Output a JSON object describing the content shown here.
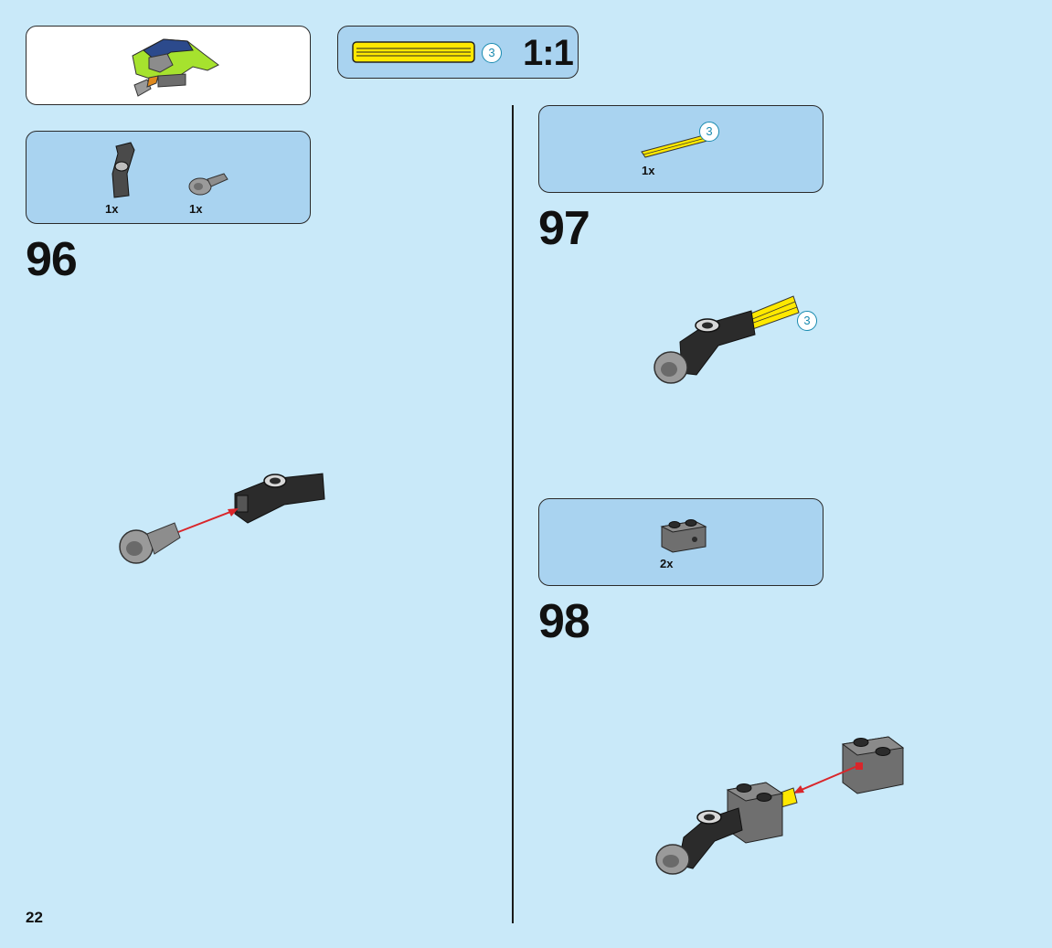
{
  "page": {
    "number": "22"
  },
  "scale_box": {
    "length_label": "3",
    "scale": "1:1"
  },
  "steps": [
    {
      "number": "96",
      "parts": [
        {
          "qty": "1x",
          "icon": "angle-connector-icon"
        },
        {
          "qty": "1x",
          "icon": "axle-pin-connector-icon"
        }
      ]
    },
    {
      "number": "97",
      "parts": [
        {
          "qty": "1x",
          "icon": "yellow-axle-3-icon",
          "length": "3"
        }
      ],
      "callout_length": "3"
    },
    {
      "number": "98",
      "parts": [
        {
          "qty": "2x",
          "icon": "technic-brick-1x2-icon"
        }
      ]
    }
  ],
  "colors": {
    "background": "#c9e9f9",
    "panel": "#a9d3f0",
    "axle": "#ffe800",
    "arrow": "#d9262b",
    "lime": "#a6e22e",
    "dark_gray": "#4a4a4a"
  }
}
